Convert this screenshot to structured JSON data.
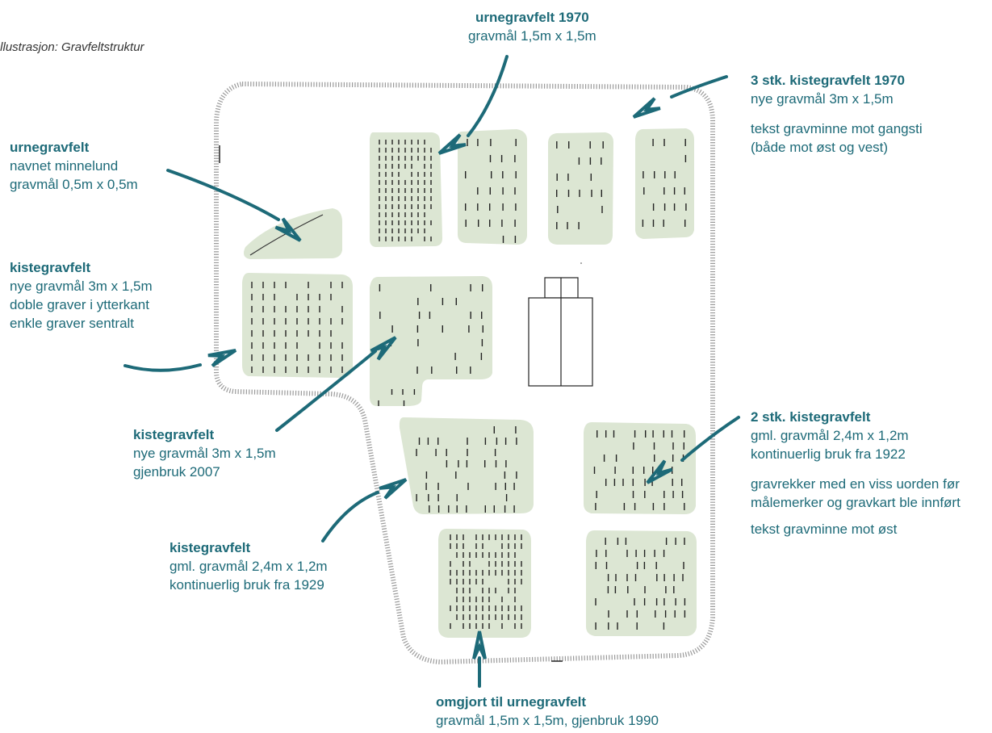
{
  "caption": "Illustrasjon: Gravfeltstruktur",
  "colors": {
    "field_fill": "#dce6d3",
    "accent": "#1d6a78",
    "boundary": "#9a9a9a",
    "grave_mark": "#222222"
  },
  "labels": {
    "urne1970": {
      "title": "urnegravfelt 1970",
      "lines": [
        "gravmål 1,5m x 1,5m"
      ]
    },
    "kiste1970": {
      "title": "3 stk. kistegravfelt 1970",
      "lines": [
        "nye gravmål 3m x 1,5m"
      ],
      "note1": "tekst gravminne mot gangsti",
      "note2": "(både mot øst og vest)"
    },
    "minnelund": {
      "title": "urnegravfelt",
      "lines": [
        "navnet minnelund",
        "gravmål 0,5m x 0,5m"
      ]
    },
    "kisteNy": {
      "title": "kistegravfelt",
      "lines": [
        "nye gravmål 3m x 1,5m",
        "doble graver i ytterkant",
        "enkle graver sentralt"
      ]
    },
    "kiste2007": {
      "title": "kistegravfelt",
      "lines": [
        "nye gravmål 3m x 1,5m",
        "gjenbruk 2007"
      ]
    },
    "kiste1929": {
      "title": "kistegravfelt",
      "lines": [
        "gml. gravmål 2,4m x 1,2m",
        "kontinuerlig bruk fra 1929"
      ]
    },
    "kiste1922": {
      "title": "2 stk. kistegravfelt",
      "lines": [
        "gml. gravmål 2,4m x 1,2m",
        "kontinuerlig bruk fra 1922"
      ],
      "note1": "gravrekker med en viss uorden før",
      "note2": "målemerker og gravkart ble innført",
      "note3": "tekst gravminne mot øst"
    },
    "omgjort": {
      "title": "omgjort til urnegravfelt",
      "lines": [
        "gravmål 1,5m x 1,5m, gjenbruk 1990"
      ]
    }
  }
}
